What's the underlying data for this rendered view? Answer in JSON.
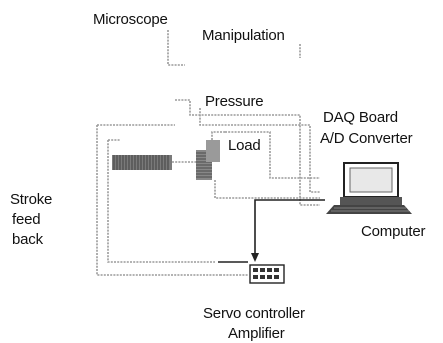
{
  "labels": {
    "microscope": "Microscope",
    "manipulation": "Manipulation",
    "pressure": "Pressure",
    "load": "Load",
    "daq_board": "DAQ Board",
    "ad_converter": "A/D Converter",
    "stroke": "Stroke",
    "feed": "feed",
    "back": "back",
    "computer": "Computer",
    "servo_controller": "Servo controller",
    "amplifier": "Amplifier"
  }
}
